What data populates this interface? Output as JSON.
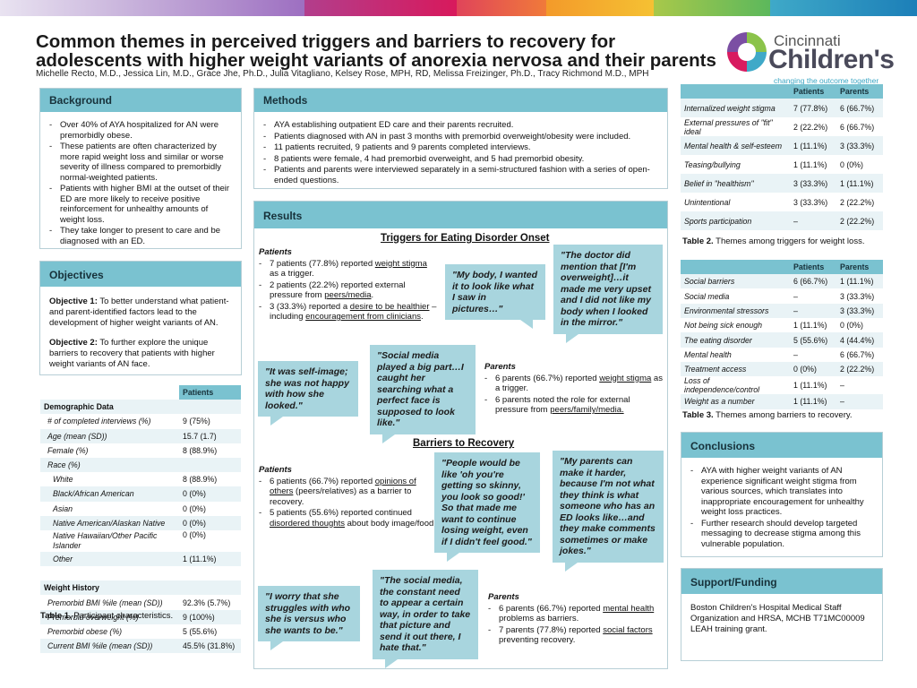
{
  "header": {
    "title": "Common themes in perceived triggers and barriers to recovery for adolescents with higher weight variants of anorexia nervosa and their parents",
    "authors": "Michelle Recto, M.D., Jessica Lin, M.D., Grace Jhe, Ph.D., Julia Vitagliano, Kelsey Rose, MPH, RD, Melissa Freizinger, Ph.D., Tracy Richmond M.D., MPH"
  },
  "logo": {
    "line1": "Cincinnati",
    "line2": "Children's",
    "tagline": "changing the outcome together"
  },
  "colors": {
    "accent": "#7ac2d0",
    "quote_bg": "#a8d5de",
    "border": "#b7cfd6"
  },
  "background": {
    "heading": "Background",
    "items": [
      "Over 40% of AYA hospitalized for AN were premorbidly obese.",
      "These patients are often characterized by more rapid weight loss and similar or worse severity of illness compared to premorbidly normal-weighted patients.",
      "Patients with higher BMI at the outset of their ED are more likely to receive positive reinforcement for unhealthy amounts of weight loss.",
      "They take longer to present to care and be diagnosed with an ED."
    ]
  },
  "objectives": {
    "heading": "Objectives",
    "obj1_label": "Objective 1:",
    "obj1_text": " To better understand what patient- and parent-identified factors lead to the development of higher weight variants of AN.",
    "obj2_label": "Objective 2:",
    "obj2_text": " To further explore the unique barriers to recovery that patients with higher weight variants of AN face."
  },
  "table1": {
    "col_header": "Patients",
    "rows": [
      {
        "label": "Demographic Data",
        "value": "",
        "type": "sec"
      },
      {
        "label": "# of completed interviews (%)",
        "value": "9 (75%)",
        "type": "i"
      },
      {
        "label": "Age (mean (SD))",
        "value": "15.7 (1.7)",
        "type": "i"
      },
      {
        "label": "Female (%)",
        "value": "8 (88.9%)",
        "type": "i"
      },
      {
        "label": "Race (%)",
        "value": "",
        "type": "i"
      },
      {
        "label": "White",
        "value": "8 (88.9%)",
        "type": "i2"
      },
      {
        "label": "Black/African American",
        "value": "0 (0%)",
        "type": "i2"
      },
      {
        "label": "Asian",
        "value": "0 (0%)",
        "type": "i2"
      },
      {
        "label": "Native American/Alaskan Native",
        "value": "0 (0%)",
        "type": "i2"
      },
      {
        "label": "Native Hawaiian/Other Pacific Islander",
        "value": "0 (0%)",
        "type": "i2tall"
      },
      {
        "label": "Other",
        "value": "1 (11.1%)",
        "type": "i2"
      },
      {
        "label": "",
        "value": "",
        "type": "blank"
      },
      {
        "label": "Weight History",
        "value": "",
        "type": "sec"
      },
      {
        "label": "Premorbid BMI %ile (mean (SD))",
        "value": "92.3% (5.7%)",
        "type": "i"
      },
      {
        "label": "Premorbid overweight (%)",
        "value": "9 (100%)",
        "type": "i"
      },
      {
        "label": "Premorbid obese (%)",
        "value": "5 (55.6%)",
        "type": "i"
      },
      {
        "label": "Current BMI %ile (mean (SD))",
        "value": "45.5% (31.8%)",
        "type": "i"
      }
    ],
    "caption_bold": "Table 1.",
    "caption_text": " Participant characteristics."
  },
  "methods": {
    "heading": "Methods",
    "items": [
      "AYA establishing outpatient ED care and their parents recruited.",
      "Patients diagnosed with AN in past 3 months with premorbid overweight/obesity were included.",
      "11 patients recruited, 9 patients and 9 parents completed interviews.",
      "8 patients were female, 4 had premorbid overweight, and 5 had premorbid obesity.",
      "Patients and parents were interviewed separately in a semi-structured fashion with a series of open-ended questions."
    ]
  },
  "results": {
    "heading": "Results",
    "triggers_title": "Triggers for Eating Disorder Onset",
    "barriers_title": "Barriers to Recovery",
    "patients_label": "Patients",
    "parents_label": "Parents",
    "trig_patients": {
      "i1a": "7 patients (77.8%) reported ",
      "i1u": "weight stigma",
      "i1b": " as a trigger.",
      "i2a": "2 patients (22.2%) reported external pressure from ",
      "i2u": "peers/media",
      "i2b": ".",
      "i3a": "3 (33.3%) reported a ",
      "i3u": "desire to be healthier",
      "i3b": " – including ",
      "i3u2": "encouragement from clinicians",
      "i3c": "."
    },
    "trig_parents": {
      "i1a": "6 parents (66.7%) reported ",
      "i1u": "weight stigma",
      "i1b": " as a trigger.",
      "i2a": "6 parents noted the role for external pressure from ",
      "i2u": "peers/family/media."
    },
    "bar_patients": {
      "i1a": "6 patients (66.7%) reported ",
      "i1u": "opinions of others",
      "i1b": " (peers/relatives) as a barrier to recovery.",
      "i2a": "5 patients (55.6%) reported continued ",
      "i2u": "disordered thoughts",
      "i2b": " about body image/food."
    },
    "bar_parents": {
      "i1a": "6 parents (66.7%) reported ",
      "i1u": "mental health",
      "i1b": " problems as barriers.",
      "i2a": "7 parents (77.8%) reported ",
      "i2u": "social factors",
      "i2b": " preventing recovery."
    },
    "quotes": {
      "q1": "\"My body, I wanted it to look like what I saw in pictures…\"",
      "q2": "\"The doctor did mention that [I'm overweight]…it made me very upset and I did not like my body when I looked in the mirror.\"",
      "q3": "\"It was self-image; she was not happy with how she looked.\"",
      "q4": "\"Social media played a big part…I caught her searching what a perfect face is supposed to look like.\"",
      "q5": "\"People would be like 'oh you're getting so skinny, you look so good!' So that made me want to continue losing weight, even if I didn't feel good.\"",
      "q6": "\"My parents can make it harder, because I'm not what they think is what someone who has an ED looks like…and they make comments sometimes or make jokes.\"",
      "q7": "\"I worry that she struggles with who she is versus who she wants to be.\"",
      "q8": "\"The social media, the constant need to appear a certain way, in order to take that picture and send it out there, I hate that.\""
    }
  },
  "table2": {
    "col1": "Patients",
    "col2": "Parents",
    "rows": [
      [
        "Internalized weight stigma",
        "7 (77.8%)",
        "6 (66.7%)"
      ],
      [
        "External pressures of \"fit\" ideal",
        "2 (22.2%)",
        "6 (66.7%)"
      ],
      [
        "Mental health & self-esteem",
        "1 (11.1%)",
        "3 (33.3%)"
      ],
      [
        "Teasing/bullying",
        "1 (11.1%)",
        "0 (0%)"
      ],
      [
        "Belief in \"healthism\"",
        "3 (33.3%)",
        "1 (11.1%)"
      ],
      [
        "Unintentional",
        "3 (33.3%)",
        "2 (22.2%)"
      ],
      [
        "Sports participation",
        "–",
        "2 (22.2%)"
      ]
    ],
    "caption_bold": "Table 2.",
    "caption_text": " Themes among triggers for weight loss."
  },
  "table3": {
    "col1": "Patients",
    "col2": "Parents",
    "rows": [
      [
        "Social barriers",
        "6 (66.7%)",
        "1 (11.1%)"
      ],
      [
        "Social media",
        "–",
        "3 (33.3%)"
      ],
      [
        "Environmental stressors",
        "–",
        "3 (33.3%)"
      ],
      [
        "Not being sick enough",
        "1 (11.1%)",
        "0 (0%)"
      ],
      [
        "The eating disorder",
        "5 (55.6%)",
        "4 (44.4%)"
      ],
      [
        "Mental health",
        "–",
        "6 (66.7%)"
      ],
      [
        "Treatment access",
        "0 (0%)",
        "2 (22.2%)"
      ],
      [
        "Loss of independence/control",
        "1 (11.1%)",
        "–"
      ],
      [
        "Weight as a number",
        "1 (11.1%)",
        "–"
      ]
    ],
    "caption_bold": "Table 3.",
    "caption_text": " Themes among barriers to recovery."
  },
  "conclusions": {
    "heading": "Conclusions",
    "items": [
      "AYA with higher weight variants of AN experience significant weight stigma from various sources, which translates into inappropriate encouragement for unhealthy weight loss practices.",
      "Further research should develop targeted messaging to decrease stigma among this vulnerable population."
    ]
  },
  "support": {
    "heading": "Support/Funding",
    "text": "Boston Children's Hospital Medical Staff Organization and HRSA, MCHB T71MC00009 LEAH training grant."
  }
}
